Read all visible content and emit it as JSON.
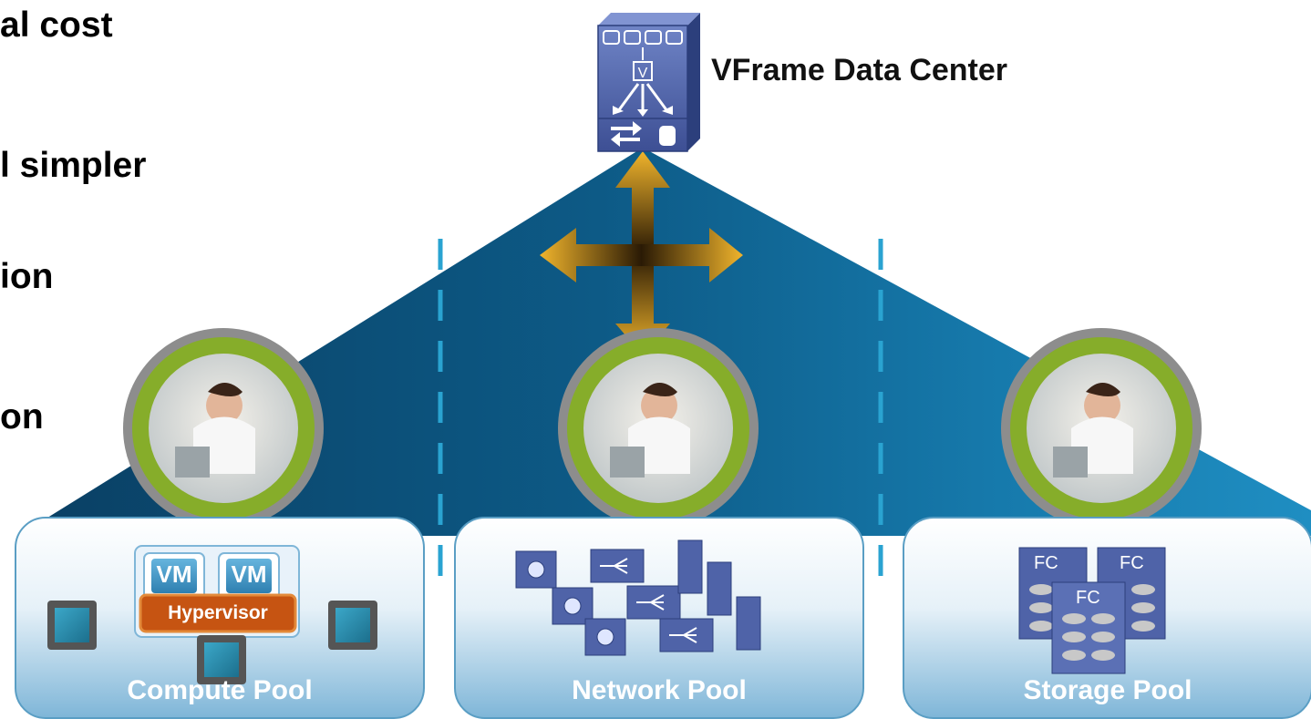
{
  "bullets": [
    "al cost",
    "l simpler",
    "ion",
    "on"
  ],
  "datacenter": {
    "title": "VFrame Data Center",
    "device_badge": "V",
    "icon": "vframe-data-center-icon"
  },
  "pools": [
    {
      "name": "Compute Pool",
      "icon": "compute-pool-icon"
    },
    {
      "name": "Network Pool",
      "icon": "network-pool-icon"
    },
    {
      "name": "Storage Pool",
      "icon": "storage-pool-icon"
    }
  ],
  "compute": {
    "vm_labels": [
      "VM",
      "VM"
    ],
    "hypervisor_label": "Hypervisor"
  },
  "storage": {
    "array_labels": [
      "FC",
      "FC",
      "FC"
    ]
  },
  "operator_icon": "operator-photo-icon",
  "colors": {
    "dark_blue": "#0b4f74",
    "mid_blue": "#1379a8",
    "light_blue": "#2aa3d1",
    "gold": "#e6a524",
    "ring_green": "#86ad2a",
    "device_blue": "#4f63a8",
    "hypervisor_orange": "#c65412"
  }
}
